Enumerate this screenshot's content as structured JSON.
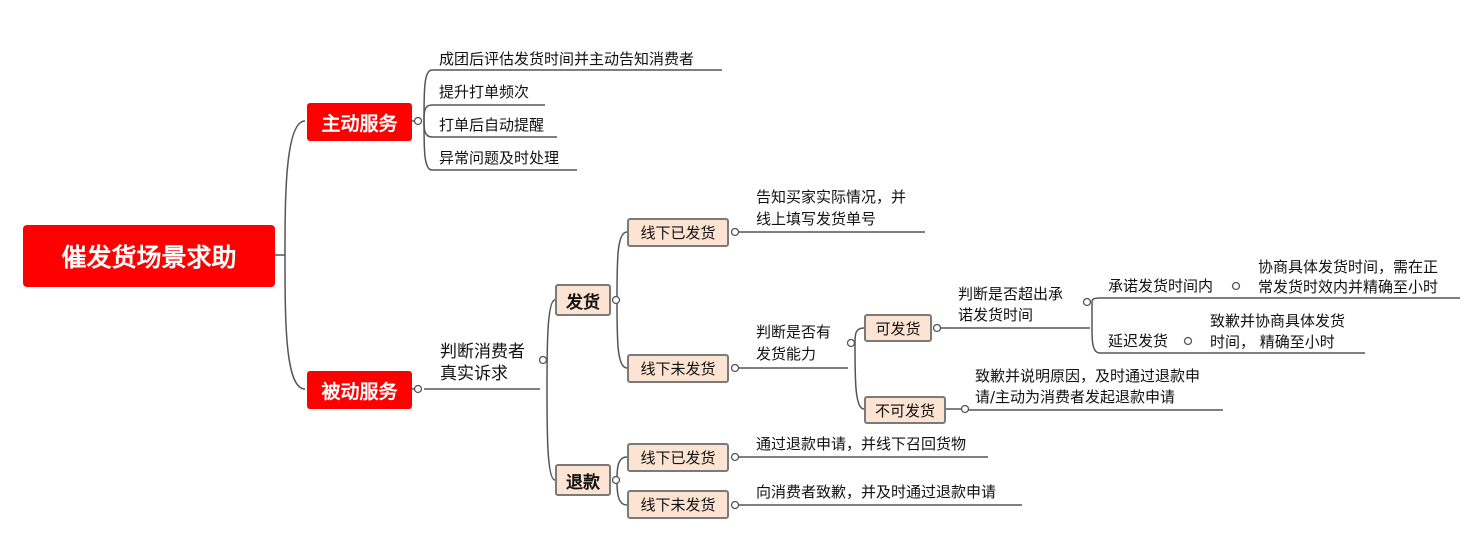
{
  "root": "催发货场景求助",
  "active": {
    "label": "主动服务",
    "items": [
      "成团后评估发货时间并主动告知消费者",
      "提升打单频次",
      "打单后自动提醒",
      "异常问题及时处理"
    ]
  },
  "passive": {
    "label": "被动服务",
    "judge": [
      "判断消费者",
      "真实诉求"
    ],
    "ship": {
      "label": "发货",
      "offline_shipped": {
        "label": "线下已发货",
        "note": [
          "告知买家实际情况，并",
          "线上填写发货单号"
        ]
      },
      "offline_unshipped": {
        "label": "线下未发货",
        "judge": [
          "判断是否有",
          "发货能力"
        ],
        "can": {
          "label": "可发货",
          "judge": [
            "判断是否超出承",
            "诺发货时间"
          ],
          "within": {
            "label": "承诺发货时间内",
            "note": [
              "协商具体发货时间，需在正",
              "常发货时效内并精确至小时"
            ]
          },
          "delay": {
            "label": "延迟发货",
            "note": [
              "致歉并协商具体发货",
              "时间， 精确至小时"
            ]
          }
        },
        "cannot": {
          "label": "不可发货",
          "note": [
            "致歉并说明原因，及时通过退款申",
            "请/主动为消费者发起退款申请"
          ]
        }
      }
    },
    "refund": {
      "label": "退款",
      "offline_shipped": {
        "label": "线下已发货",
        "note": "通过退款申请，并线下召回货物"
      },
      "offline_unshipped": {
        "label": "线下未发货",
        "note": "向消费者致歉，并及时通过退款申请"
      }
    }
  },
  "colors": {
    "accent": "#ff0000",
    "node_fill": "#fde3d2",
    "line": "#555555"
  }
}
